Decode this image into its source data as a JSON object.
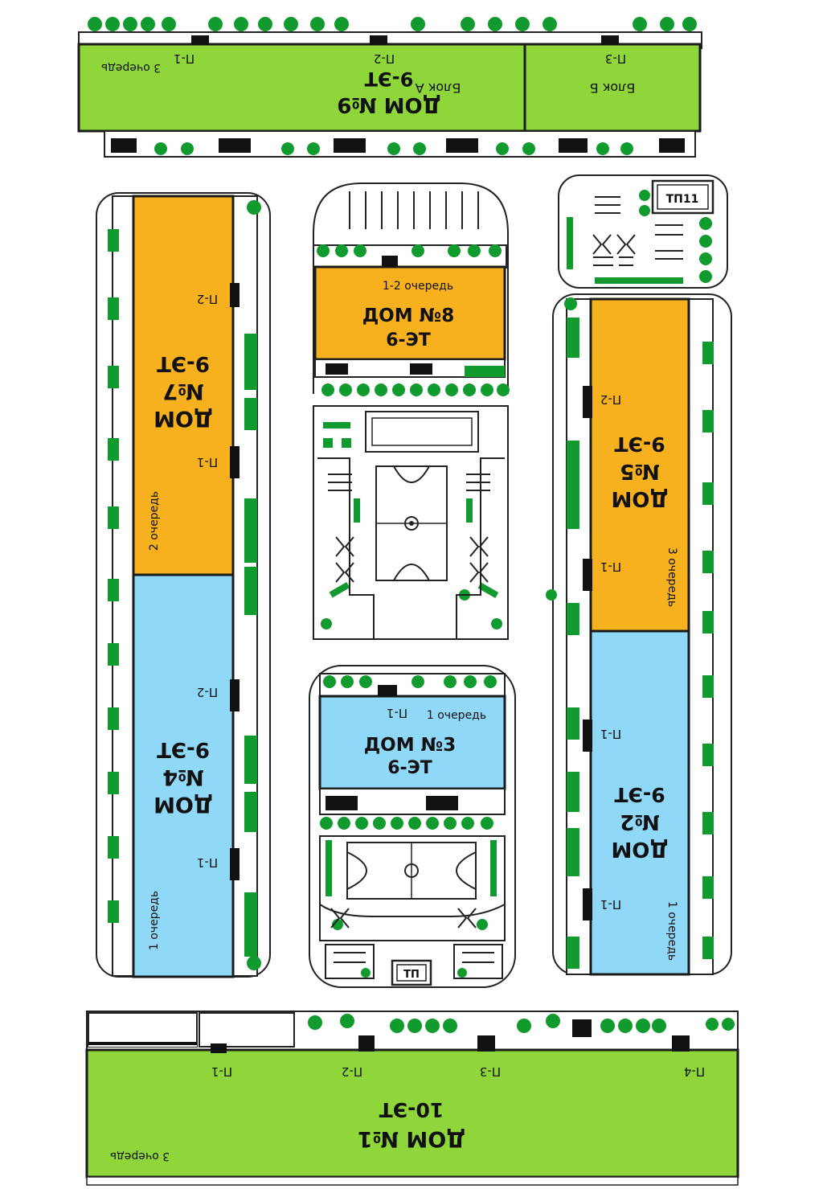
{
  "buildings": {
    "b9": {
      "name": "ДОМ №9",
      "floors": "9-ЭТ",
      "queue": "3 очередь",
      "block_a": "Блок А",
      "block_b": "Блок Б",
      "p1": "П-1",
      "p2": "П-2",
      "p3": "П-3"
    },
    "b7": {
      "name": "ДОМ",
      "num": "№7",
      "floors": "9-ЭТ",
      "queue": "2 очередь",
      "p1": "П-1",
      "p2": "П-2"
    },
    "b4": {
      "name": "ДОМ",
      "num": "№4",
      "floors": "9-ЭТ",
      "queue": "1 очередь",
      "p1": "П-1",
      "p2": "П-2"
    },
    "b8": {
      "name": "ДОМ №8",
      "floors": "6-ЭТ",
      "queue": "1-2 очередь"
    },
    "b3": {
      "name": "ДОМ №3",
      "floors": "6-ЭТ",
      "queue": "1 очередь",
      "p1": "П-1"
    },
    "b5": {
      "name": "ДОМ",
      "num": "№5",
      "floors": "9-ЭТ",
      "queue": "3 очередь",
      "p1": "П-1",
      "p2": "П-2"
    },
    "b2": {
      "name": "ДОМ",
      "num": "№2",
      "floors": "9-ЭТ",
      "queue": "1 очередь",
      "p1": "П-1",
      "p2": "П-1"
    },
    "b1": {
      "name": "ДОМ №1",
      "floors": "10-ЭТ",
      "queue": "3 очередь",
      "p1": "П-1",
      "p2": "П-2",
      "p3": "П-3",
      "p4": "П-4"
    }
  },
  "substations": {
    "tp11": "ТП11",
    "tp": "ТП"
  },
  "colors": {
    "green": "#8fd63a",
    "orange": "#f7b11e",
    "blue": "#8fd8f7",
    "tree": "#119a2e",
    "outline": "#1a1a1a"
  }
}
